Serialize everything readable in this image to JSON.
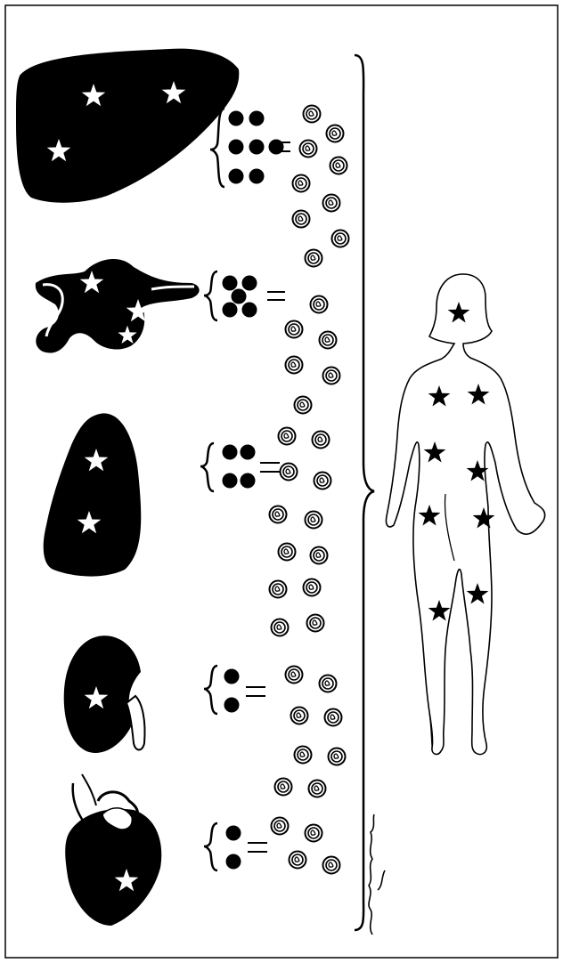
{
  "figure": {
    "background": "#ffffff",
    "ink": "#000000",
    "organs": [
      {
        "name": "liver",
        "star_count": 3,
        "cell_cluster": 7
      },
      {
        "name": "pancreas",
        "star_count": 3,
        "cell_cluster": 5
      },
      {
        "name": "lung",
        "star_count": 2,
        "cell_cluster": 4
      },
      {
        "name": "kidney",
        "star_count": 1,
        "cell_cluster": 2
      },
      {
        "name": "heart",
        "star_count": 1,
        "cell_cluster": 2
      }
    ],
    "body_star_count": 9,
    "signature": "signature-scribble"
  }
}
